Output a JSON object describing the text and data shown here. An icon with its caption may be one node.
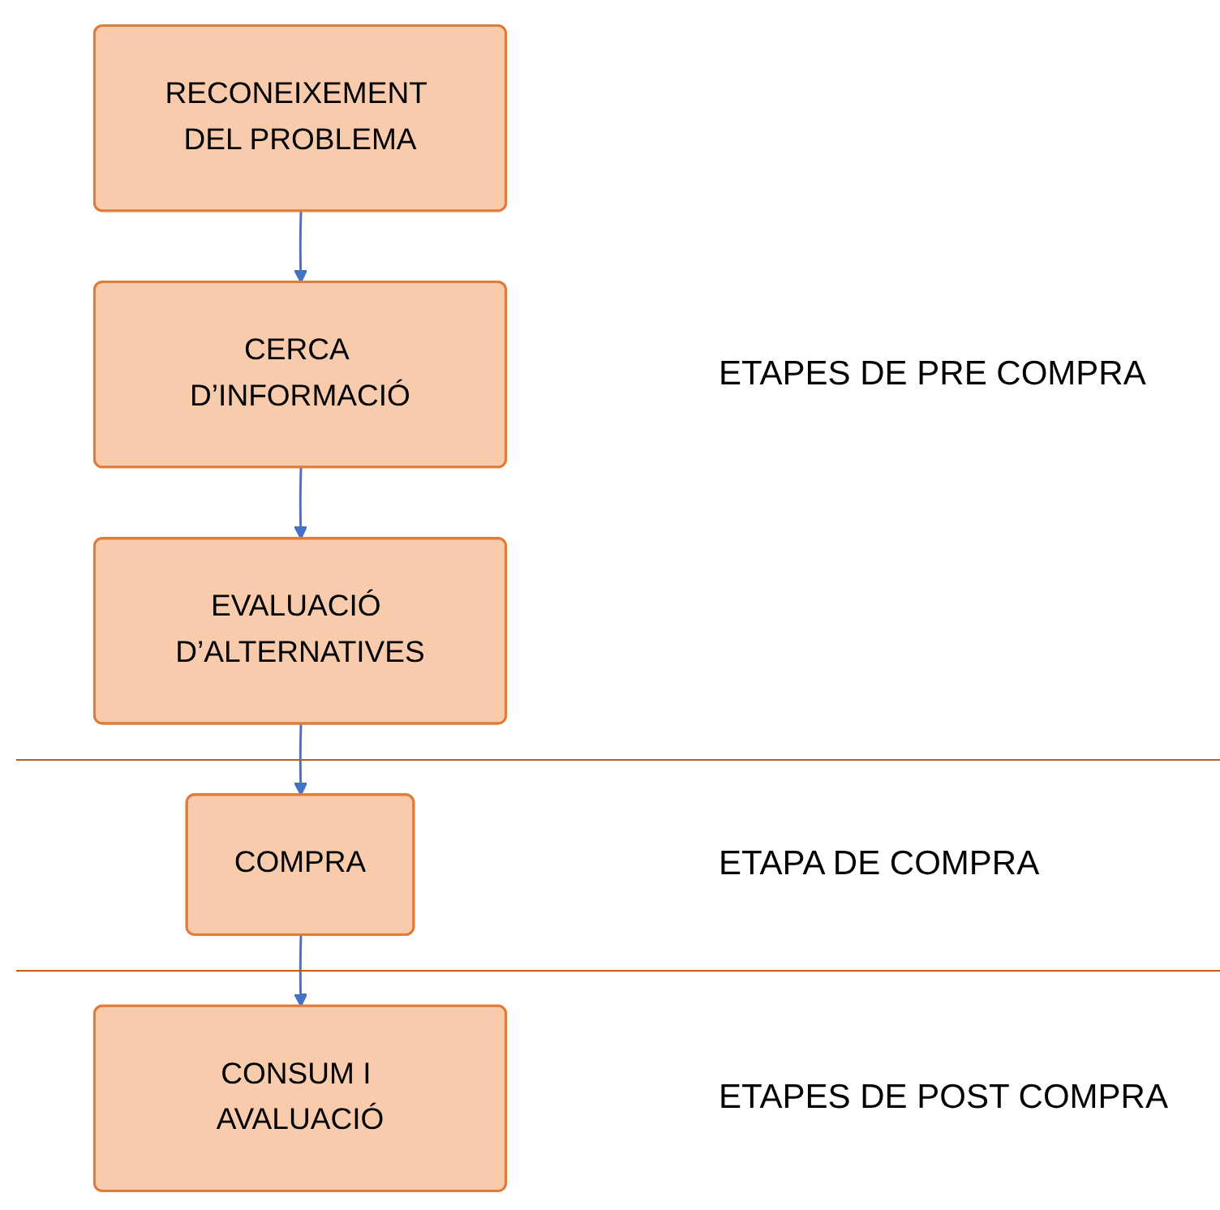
{
  "diagram": {
    "nodes": [
      {
        "text": [
          "RECONEIXEMENT DEL PROBLEMA"
        ]
      },
      {
        "text": [
          "CERCA D’INFORMACIÓ"
        ]
      },
      {
        "text": [
          "EVALUACIÓ D’ALTERNATIVES"
        ]
      },
      {
        "text": [
          "COMPRA"
        ]
      },
      {
        "text": [
          "CONSUM I AVALUACIÓ"
        ]
      }
    ],
    "edges": [
      {
        "from": 0,
        "to": 1,
        "arrow": "to"
      },
      {
        "from": 1,
        "to": 2,
        "arrow": "to"
      },
      {
        "from": 2,
        "to": 3,
        "arrow": "to"
      },
      {
        "from": 3,
        "to": 4,
        "arrow": "to"
      }
    ],
    "labels": [
      "ETAPES DE PRE COMPRA",
      "ETAPA DE COMPRA",
      "ETAPES DE POST COMPRA"
    ]
  }
}
